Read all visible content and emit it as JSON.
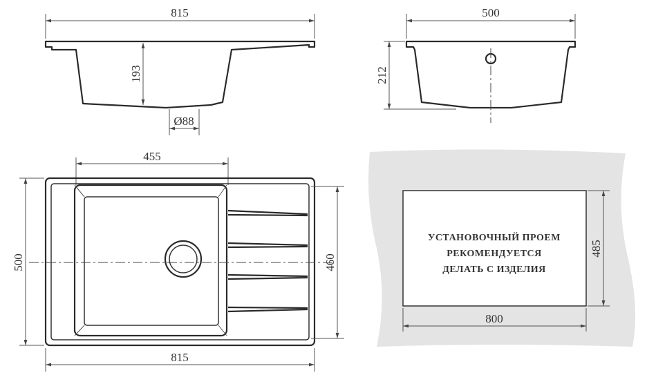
{
  "side_view": {
    "width_label": "815",
    "depth_label": "193",
    "drain_label": "Ø88"
  },
  "end_view": {
    "width_label": "500",
    "depth_label": "212"
  },
  "plan_view": {
    "bowl_width_label": "455",
    "height_label": "500",
    "inner_height_label": "460",
    "width_label": "815"
  },
  "cutout": {
    "note_lines": [
      "Установочный проем",
      "рекомендуется",
      "делать с изделия"
    ],
    "height_label": "485",
    "width_label": "800",
    "background_color": "#e4e4e4"
  }
}
